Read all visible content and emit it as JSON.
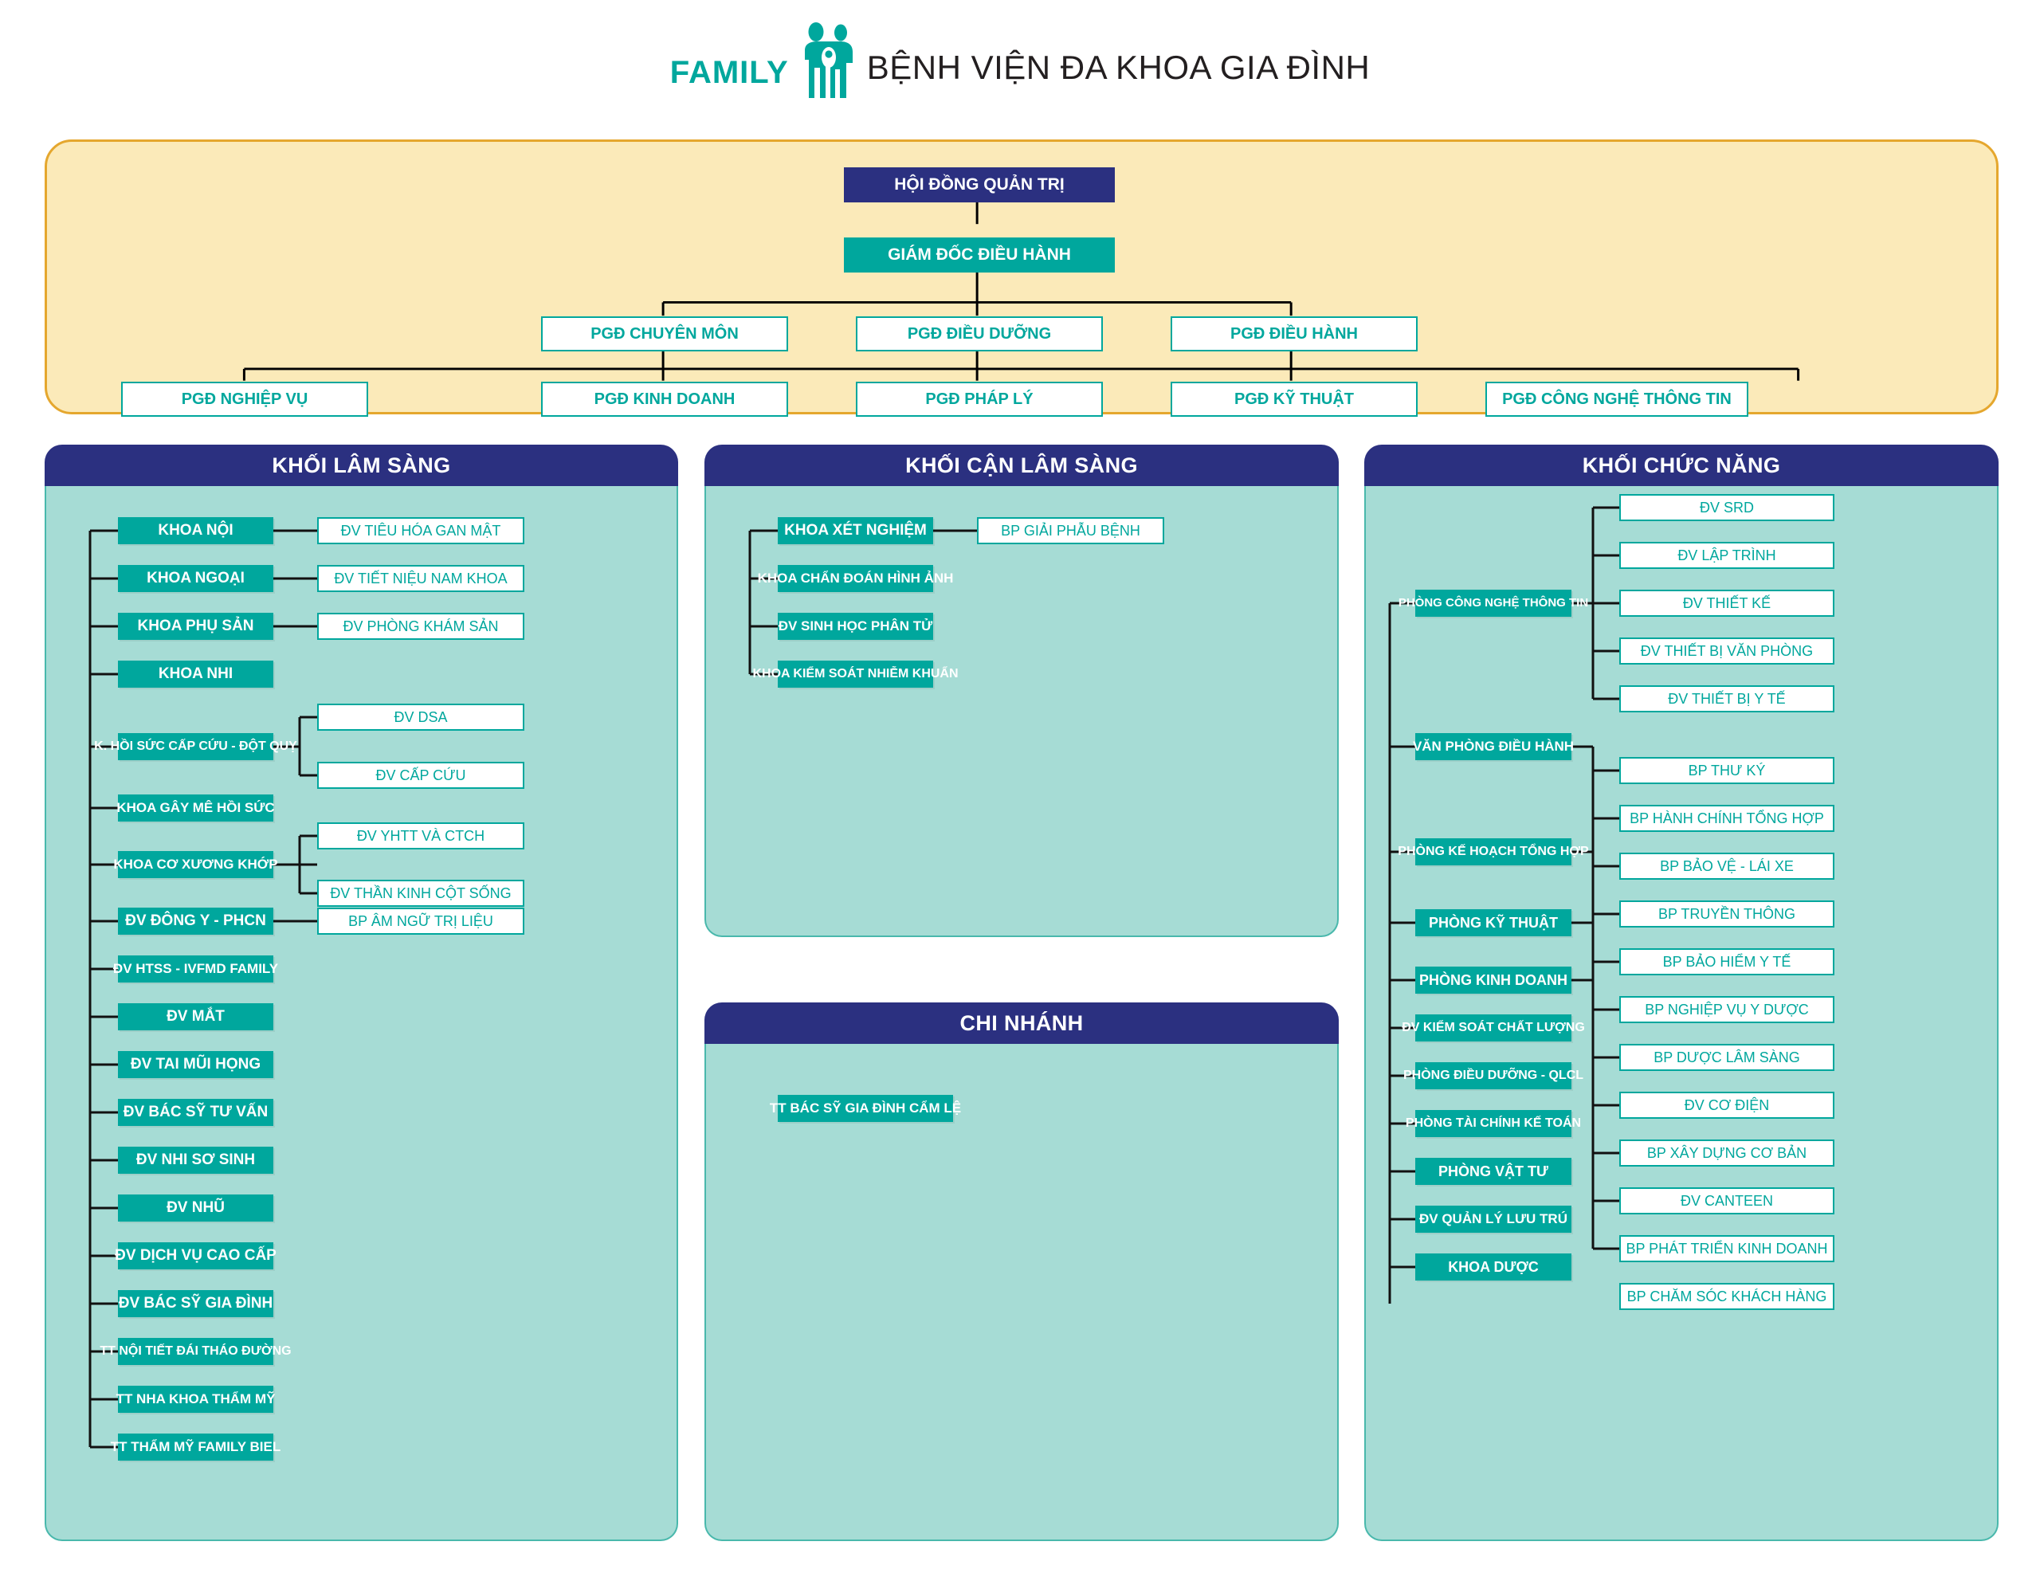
{
  "brand": {
    "word": "FAMILY",
    "title": "BỆNH VIỆN ĐA KHOA GIA ĐÌNH",
    "logo_icon": "family-people-logo",
    "accent": "#00a79d",
    "navy": "#2b3080",
    "panel_fill": "#a6dcd5",
    "board_fill": "#fbeab9",
    "board_border": "#e5a72e"
  },
  "board": {
    "root": "HỘI ĐỒNG QUẢN TRỊ",
    "ceo": "GIÁM ĐỐC ĐIỀU HÀNH",
    "level2": [
      "PGĐ CHUYÊN MÔN",
      "PGĐ ĐIỀU DƯỠNG",
      "PGĐ ĐIỀU HÀNH"
    ],
    "level3": [
      "PGĐ NGHIỆP VỤ",
      "PGĐ KINH DOANH",
      "PGĐ PHÁP LÝ",
      "PGĐ KỸ THUẬT",
      "PGĐ CÔNG NGHỆ THÔNG TIN"
    ]
  },
  "panels": [
    {
      "id": "khoi-lam-sang",
      "title": "KHỐI LÂM SÀNG",
      "nodes": [
        {
          "label": "KHOA NỘI"
        },
        {
          "label": "KHOA NGOẠI"
        },
        {
          "label": "KHOA PHỤ SẢN"
        },
        {
          "label": "KHOA NHI"
        },
        {
          "label": "K. HỒI SỨC CẤP CỨU - ĐỘT QUỴ"
        },
        {
          "label": "KHOA GÂY MÊ HỒI SỨC"
        },
        {
          "label": "KHOA CƠ XƯƠNG KHỚP"
        },
        {
          "label": "ĐV ĐÔNG Y - PHCN"
        },
        {
          "label": "ĐV HTSS - IVFMD FAMILY"
        },
        {
          "label": "ĐV MẮT"
        },
        {
          "label": "ĐV TAI MŨI HỌNG"
        },
        {
          "label": "ĐV BÁC SỸ TƯ VẤN"
        },
        {
          "label": "ĐV NHI SƠ SINH"
        },
        {
          "label": "ĐV NHŨ"
        },
        {
          "label": "ĐV DỊCH VỤ CAO CẤP"
        },
        {
          "label": "ĐV BÁC SỸ GIA ĐÌNH"
        },
        {
          "label": "TT NỘI TIẾT ĐÁI THÁO ĐƯỜNG"
        },
        {
          "label": "TT NHA KHOA THẨM MỸ"
        },
        {
          "label": "TT THẨM MỸ FAMILY BIEL"
        }
      ],
      "children": [
        {
          "label": "ĐV TIÊU HÓA GAN MẬT"
        },
        {
          "label": "ĐV TIẾT NIỆU NAM KHOA"
        },
        {
          "label": "ĐV PHÒNG KHÁM SẢN"
        },
        {
          "label": "ĐV DSA"
        },
        {
          "label": "ĐV CẤP CỨU"
        },
        {
          "label": "ĐV YHTT VÀ CTCH"
        },
        {
          "label": "ĐV THẦN KINH CỘT SỐNG"
        },
        {
          "label": "BP ÂM NGỮ TRỊ LIỆU"
        }
      ]
    },
    {
      "id": "khoi-can-lam-sang",
      "title": "KHỐI CẬN LÂM SÀNG",
      "nodes": [
        {
          "label": "KHOA XÉT NGHIỆM"
        },
        {
          "label": "KHOA CHẨN ĐOÁN HÌNH ẢNH"
        },
        {
          "label": "ĐV SINH HỌC PHÂN TỬ"
        },
        {
          "label": "KHOA KIỂM SOÁT NHIỄM KHUẨN"
        }
      ],
      "children": [
        {
          "label": "BP GIẢI PHẪU BỆNH"
        }
      ]
    },
    {
      "id": "khoi-chuc-nang",
      "title": "KHỐI CHỨC NĂNG",
      "nodes": [
        {
          "label": "PHÒNG CÔNG NGHỆ THÔNG TIN"
        },
        {
          "label": "VĂN PHÒNG ĐIỀU HÀNH"
        },
        {
          "label": "PHÒNG KẾ HOẠCH TỔNG HỢP"
        },
        {
          "label": "PHÒNG KỸ THUẬT"
        },
        {
          "label": "PHÒNG KINH DOANH"
        },
        {
          "label": "ĐV KIỂM SOÁT CHẤT LƯỢNG"
        },
        {
          "label": "PHÒNG ĐIỀU DƯỠNG - QLCL"
        },
        {
          "label": "PHÒNG TÀI CHÍNH KẾ TOÁN"
        },
        {
          "label": "PHÒNG VẬT TƯ"
        },
        {
          "label": "ĐV QUẢN LÝ LƯU TRÚ"
        },
        {
          "label": "KHOA DƯỢC"
        }
      ],
      "children": [
        {
          "label": "ĐV SRD"
        },
        {
          "label": "ĐV LẬP TRÌNH"
        },
        {
          "label": "ĐV THIẾT KẾ"
        },
        {
          "label": "ĐV THIẾT BỊ VĂN PHÒNG"
        },
        {
          "label": "ĐV THIẾT BỊ Y TẾ"
        },
        {
          "label": "BP THƯ KÝ"
        },
        {
          "label": "BP HÀNH CHÍNH TỔNG HỢP"
        },
        {
          "label": "BP BẢO VỆ - LÁI XE"
        },
        {
          "label": "BP TRUYỀN THÔNG"
        },
        {
          "label": "BP BẢO HIỂM Y TẾ"
        },
        {
          "label": "BP NGHIỆP VỤ Y DƯỢC"
        },
        {
          "label": "BP DƯỢC LÂM SÀNG"
        },
        {
          "label": "ĐV CƠ ĐIỆN"
        },
        {
          "label": "BP XÂY DỰNG CƠ BẢN"
        },
        {
          "label": "ĐV CANTEEN"
        },
        {
          "label": "BP PHÁT TRIỂN KINH DOANH"
        },
        {
          "label": "BP CHĂM SÓC KHÁCH HÀNG"
        }
      ]
    },
    {
      "id": "chi-nhanh",
      "title": "CHI NHÁNH",
      "nodes": [
        {
          "label": "TT BÁC SỸ GIA ĐÌNH CẨM LỆ"
        }
      ],
      "children": []
    }
  ]
}
